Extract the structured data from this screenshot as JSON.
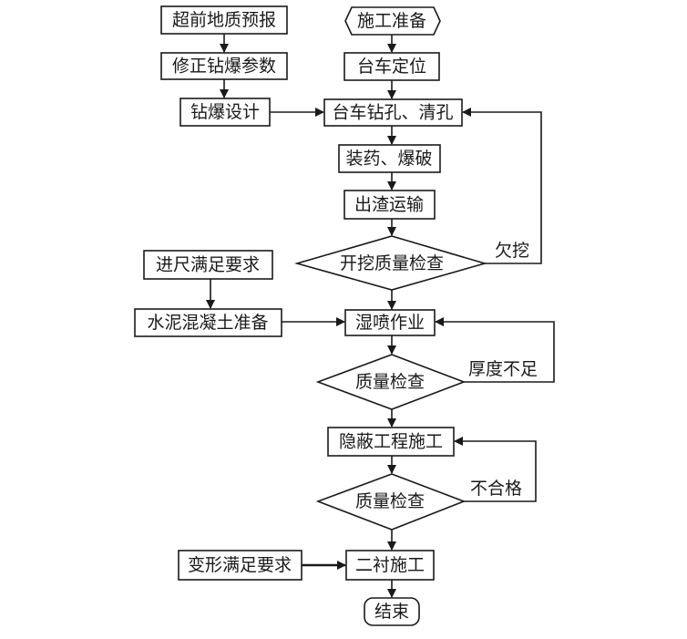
{
  "flowchart": {
    "start": "施工准备",
    "end": "结束",
    "left_column": {
      "geo_forecast": "超前地质预报",
      "adjust_params": "修正钻爆参数",
      "blast_design": "钻爆设计",
      "advance_req": "进尺满足要求",
      "concrete_prep": "水泥混凝土准备",
      "deform_req": "变形满足要求"
    },
    "main_column": {
      "rig_position": "台车定位",
      "drill_clean": "台车钻孔、清孔",
      "charge_blast": "装药、爆破",
      "muck_haul": "出渣运输",
      "excavation_check": "开挖质量检查",
      "shotcrete": "湿喷作业",
      "quality_check_1": "质量检查",
      "concealed_work": "隐蔽工程施工",
      "quality_check_2": "质量检查",
      "secondary_lining": "二衬施工"
    },
    "feedback_labels": {
      "under_excavation": "欠挖",
      "thickness_short": "厚度不足",
      "unqualified": "不合格"
    }
  }
}
